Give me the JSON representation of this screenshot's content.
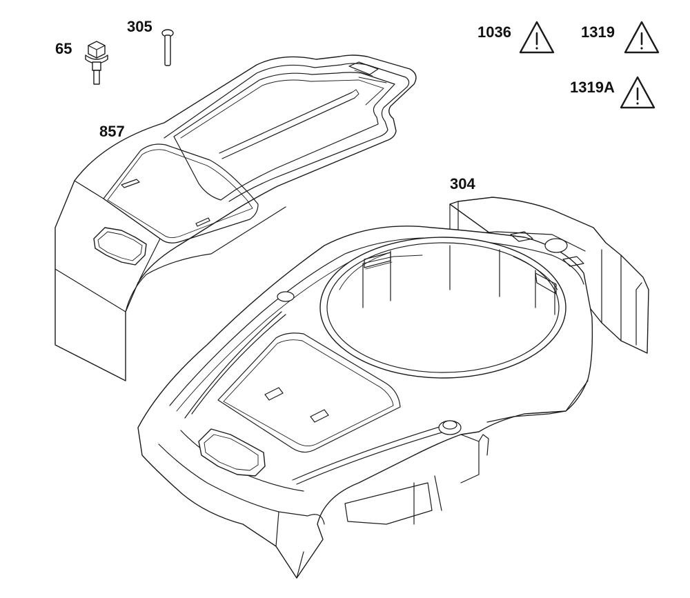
{
  "callouts": {
    "bolt": "65",
    "screw": "305",
    "top_cover": "857",
    "blower_housing": "304"
  },
  "warnings": {
    "w1036": "1036",
    "w1319": "1319",
    "w1319a": "1319A",
    "symbol": "!"
  },
  "icons": {
    "warning": "warning-triangle-icon"
  },
  "colors": {
    "line": "#1a1a1a",
    "background": "#ffffff"
  }
}
